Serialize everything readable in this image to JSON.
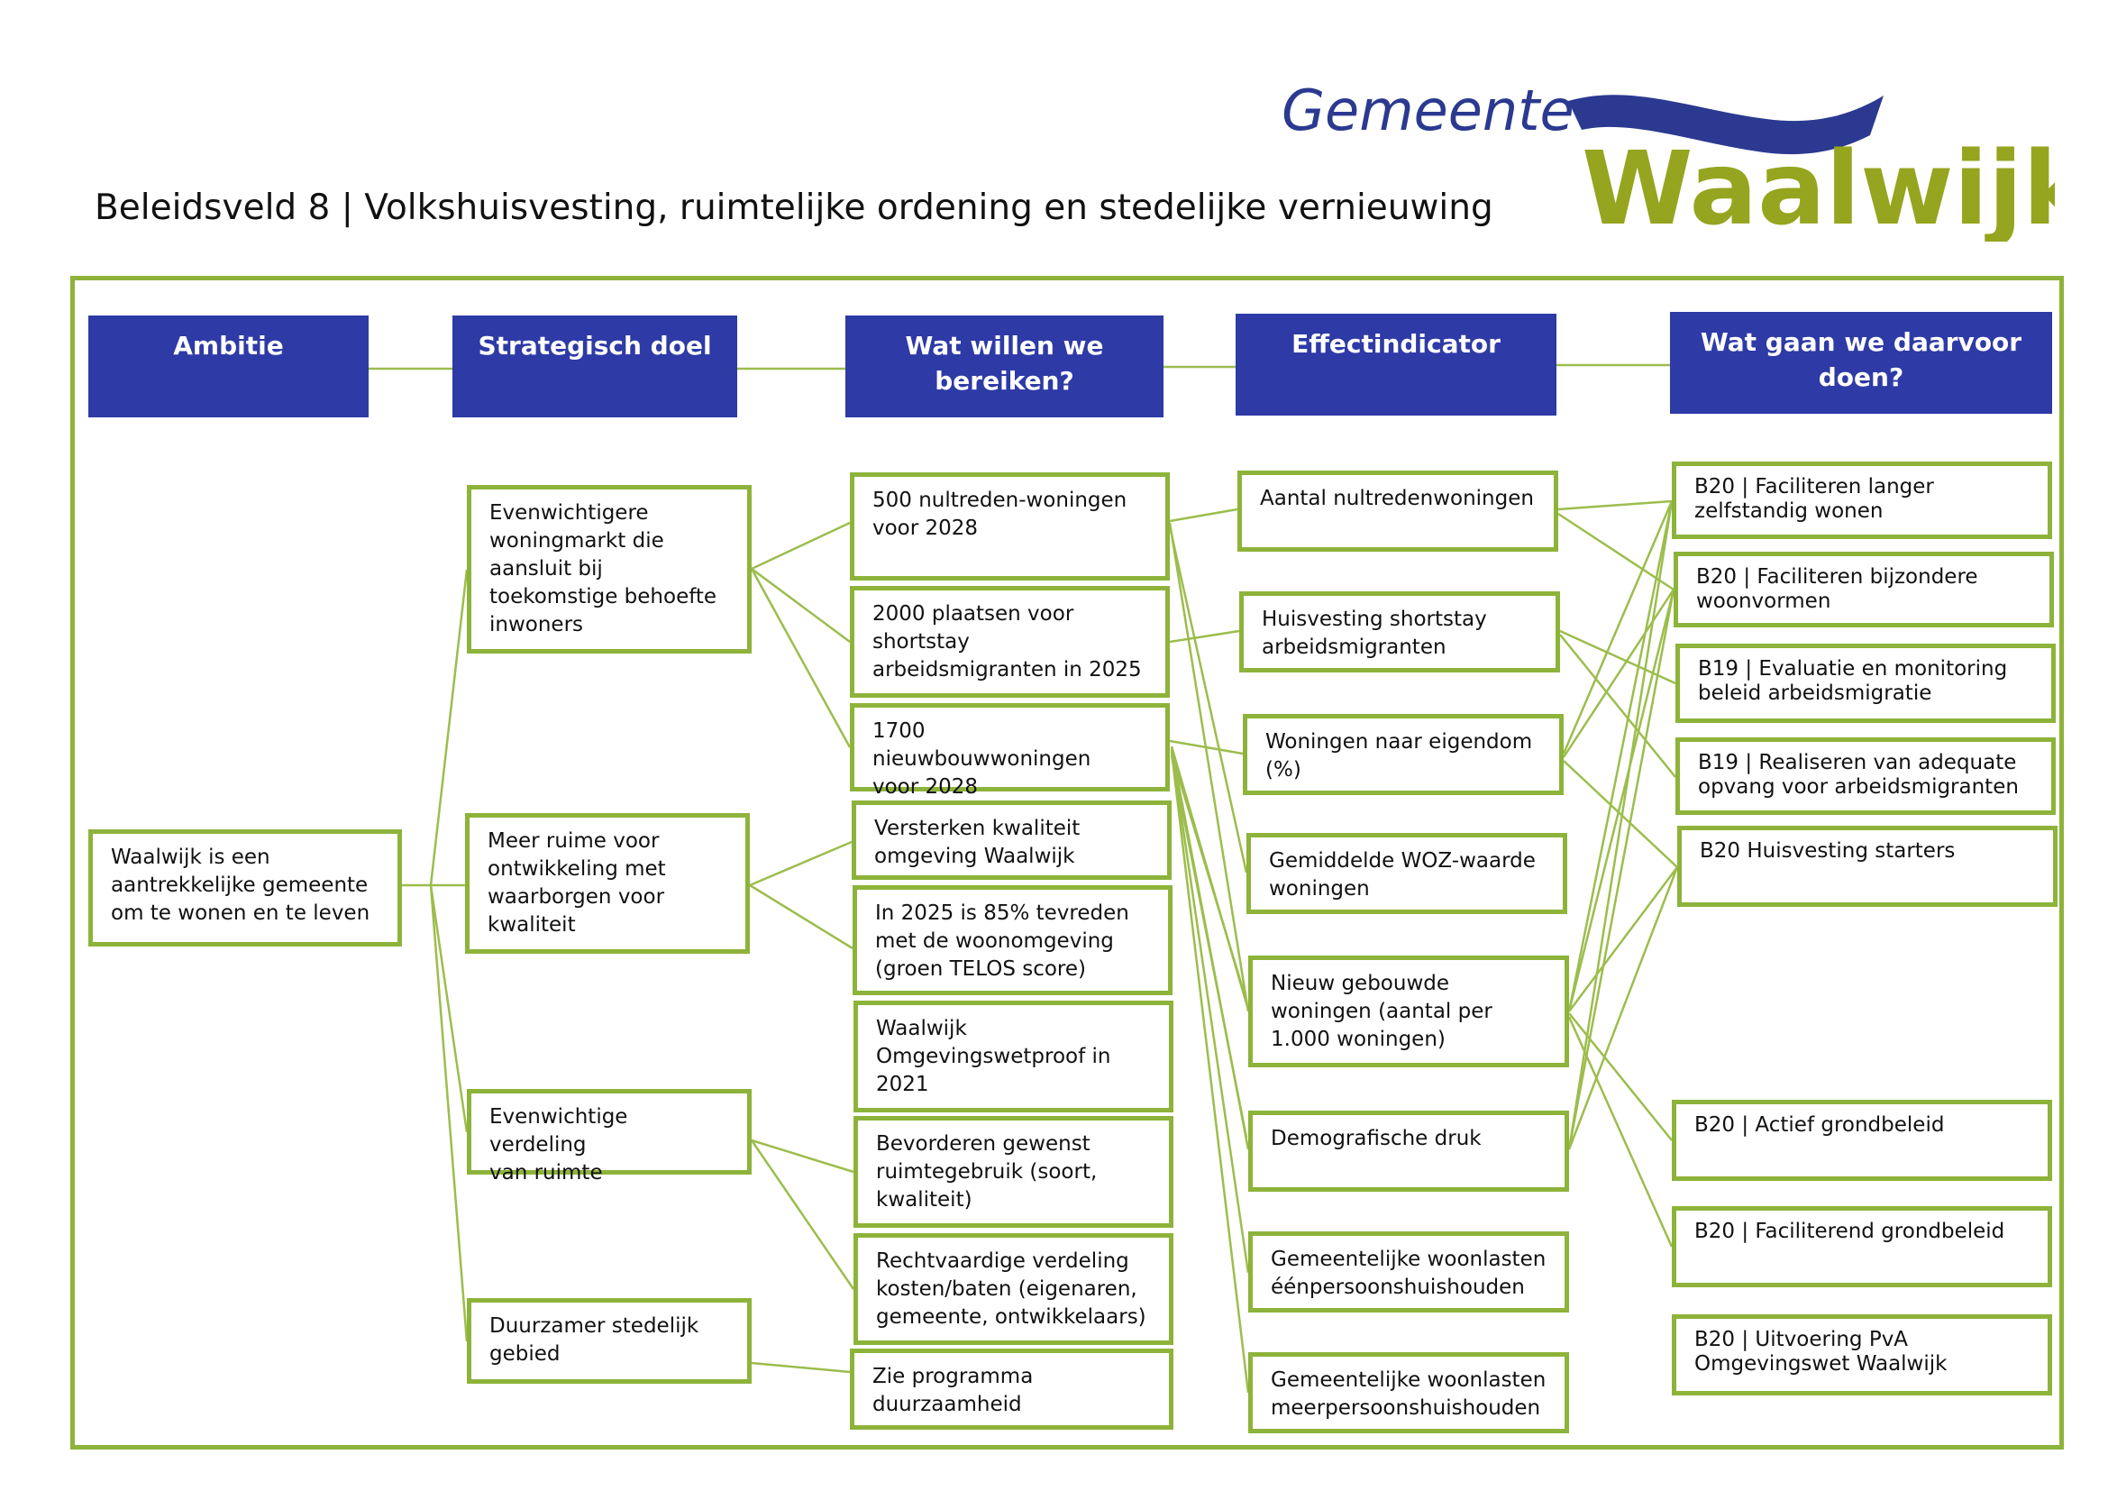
{
  "page": {
    "title": "Beleidsveld 8 | Volkshuisvesting, ruimtelijke ordening en stedelijke vernieuwing"
  },
  "logo": {
    "line1": "Gemeente",
    "line2": "Waalwijk",
    "colors": {
      "blue": "#2b3990",
      "green": "#95a51f"
    }
  },
  "colors": {
    "header_bg": "#2e3aa6",
    "border": "#8db33a",
    "connector": "#9cbd4d"
  },
  "headers": {
    "ambitie": "Ambitie",
    "doel": "Strategisch doel",
    "bereiken": "Wat willen we\nbereiken?",
    "effect": "Effectindicator",
    "doen": "Wat gaan we daarvoor\ndoen?"
  },
  "ambitie": {
    "a1": "Waalwijk is een\naantrekkelijke gemeente\nom te wonen en te leven"
  },
  "doelen": {
    "d1": "Evenwichtigere\nwoningmarkt die\naansluit bij\ntoekomstige behoefte\ninwoners",
    "d2": "Meer ruime voor\nontwikkeling met\nwaarborgen voor\nkwaliteit",
    "d3": "Evenwichtige verdeling\nvan ruimte",
    "d4": "Duurzamer stedelijk\ngebied"
  },
  "bereiken": {
    "r1": "500 nultreden-woningen\nvoor 2028",
    "r2": "2000 plaatsen voor\nshortstay\narbeidsmigranten in 2025",
    "r3": "1700 nieuwbouwwoningen\nvoor 2028",
    "r4": "Versterken kwaliteit\nomgeving Waalwijk",
    "r5": "In 2025 is 85% tevreden\nmet de woonomgeving\n(groen TELOS score)",
    "r6": "Waalwijk\nOmgevingswetproof in\n2021",
    "r7": "Bevorderen gewenst\nruimtegebruik (soort,\nkwaliteit)",
    "r8": "Rechtvaardige verdeling\nkosten/baten (eigenaren,\ngemeente, ontwikkelaars)",
    "r9": "Zie programma\nduurzaamheid"
  },
  "effecten": {
    "e1": "Aantal nultredenwoningen",
    "e2": "Huisvesting shortstay\narbeidsmigranten",
    "e3": "Woningen naar eigendom\n(%)",
    "e4": "Gemiddelde WOZ-waarde\nwoningen",
    "e5": "Nieuw gebouwde\nwoningen (aantal per\n1.000 woningen)",
    "e6": "Demografische druk",
    "e7": "Gemeentelijke woonlasten\néénpersoonshuishouden",
    "e8": "Gemeentelijke woonlasten\nmeerpersoonshuishouden"
  },
  "acties": {
    "p1": "B20 | Faciliteren langer\nzelfstandig wonen",
    "p2": "B20 | Faciliteren bijzondere\nwoonvormen",
    "p3": "B19 | Evaluatie en monitoring\nbeleid arbeidsmigratie",
    "p4": "B19 | Realiseren van adequate\nopvang voor arbeidsmigranten",
    "p5": "B20 Huisvesting starters",
    "p6": "B20 | Actief grondbeleid",
    "p7": "B20 | Faciliterend grondbeleid",
    "p8": "B20 | Uitvoering PvA\nOmgevingswet Waalwijk"
  }
}
